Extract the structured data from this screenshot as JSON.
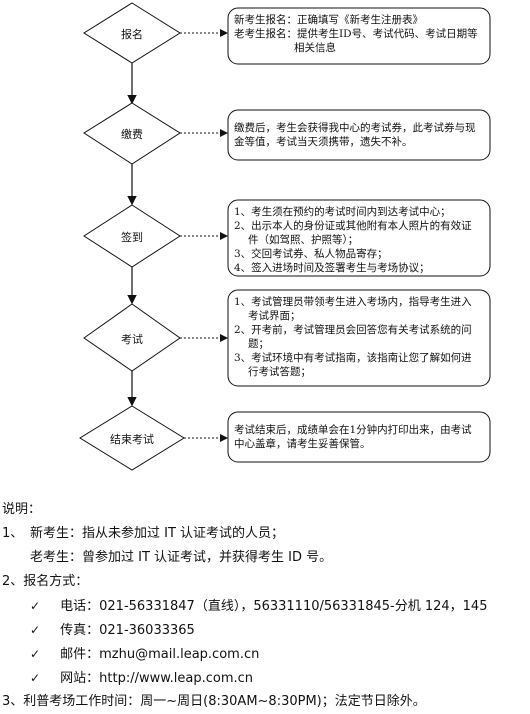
{
  "flow": {
    "steps": [
      {
        "label": "报名"
      },
      {
        "label": "缴费"
      },
      {
        "label": "签到"
      },
      {
        "label": "考试"
      },
      {
        "label": "结束考试"
      }
    ],
    "notes": [
      {
        "lines": [
          "新考生报名：正确填写《新考生注册表》",
          "老考生报名：提供考生ID号、考试代码、考试日期等",
          "相关信息"
        ]
      },
      {
        "lines": [
          "缴费后，考生会获得我中心的考试券，此考试券与现",
          "金等值，考试当天须携带，遗失不补。"
        ]
      },
      {
        "lines": [
          "1、考生须在预约的考试时间内到达考试中心；",
          "2、出示本人的身份证或其他附有本人照片的有效证",
          "件（如驾照、护照等）；",
          "3、交回考试券、私人物品寄存；",
          "4、签入进场时间及签署考生与考场协议；"
        ]
      },
      {
        "lines": [
          "1、考试管理员带领考生进入考场内，指导考生进入",
          "考试界面；",
          "2、开考前，考试管理员会回答您有关考试系统的问",
          "题；",
          "3、考试环境中有考试指南，该指南让您了解如何进",
          "行考试答题；"
        ]
      },
      {
        "lines": [
          "考试结束后，成绩单会在1分钟内打印出来，由考试",
          "中心盖章，请考生妥善保管。"
        ]
      }
    ]
  },
  "explain": {
    "heading": "说明：",
    "item1_num": "1、",
    "item1_line1": "新考生：指从未参加过 IT 认证考试的人员；",
    "item1_line2": "老考生：曾参加过 IT 认证考试，并获得考生 ID 号。",
    "item2_title": "2、报名方式：",
    "check_glyph": "✓",
    "contacts": [
      "电话：021-56331847（直线），56331110/56331845-分机 124，145",
      "传真：021-36033365",
      "邮件：mzhu@mail.leap.com.cn",
      "网站：http://www.leap.com.cn"
    ],
    "item3": "3、利普考场工作时间：周一~周日(8:30AM~8:30PM)；法定节日除外。"
  }
}
